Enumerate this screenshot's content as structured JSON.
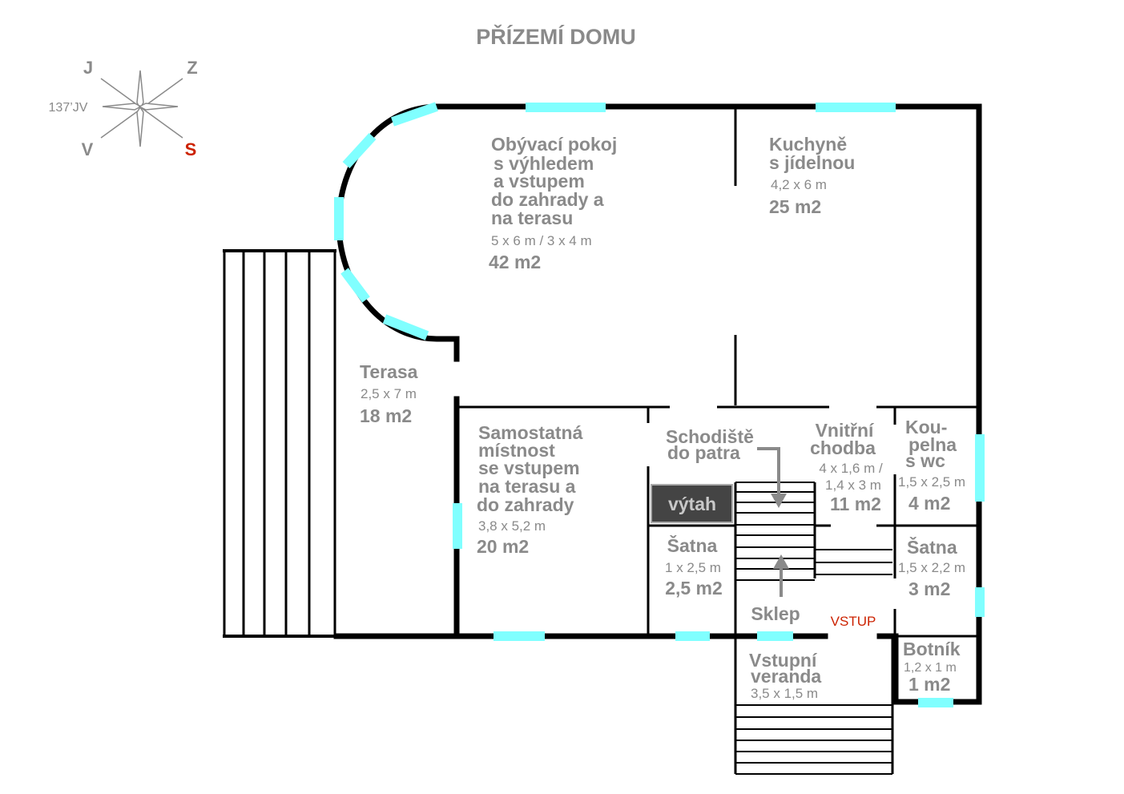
{
  "title": "PŘÍZEMÍ DOMU",
  "compass": {
    "north_label": "J",
    "east_label": "Z",
    "west_label": "V",
    "south_label": "S",
    "angle_label": "137’JV",
    "south_color": "#cc2200"
  },
  "colors": {
    "wall": "#000000",
    "window": "#80ffff",
    "text": "#8a8a8a",
    "entrance": "#cc2200",
    "elevator_bg": "#444444"
  },
  "rooms": {
    "living": {
      "line1": "Obývací pokoj",
      "line2": "s výhledem",
      "line3": "a vstupem",
      "line4": "do zahrady a",
      "line5": "na terasu",
      "dims": "5 x 6 m / 3 x 4 m",
      "area": "42 m2"
    },
    "kitchen": {
      "line1": "Kuchyně",
      "line2": "s jídelnou",
      "dims": "4,2 x 6 m",
      "area": "25 m2"
    },
    "terrace": {
      "line1": "Terasa",
      "dims": "2,5 x 7 m",
      "area": "18 m2"
    },
    "separate_room": {
      "line1": "Samostatná",
      "line2": "místnost",
      "line3": "se vstupem",
      "line4": "na terasu a",
      "line5": "do zahrady",
      "dims": "3,8 x 5,2 m",
      "area": "20 m2"
    },
    "stairs": {
      "line1": "Schodiště",
      "line2": "do patra"
    },
    "elevator": {
      "label": "výtah"
    },
    "wardrobe_small": {
      "line1": "Šatna",
      "dims": "1 x 2,5 m",
      "area": "2,5 m2"
    },
    "basement": {
      "line1": "Sklep"
    },
    "hallway": {
      "line1": "Vnitřní",
      "line2": "chodba",
      "dims1": "4 x 1,6 m /",
      "dims2": "1,4 x 3 m",
      "area": "11 m2"
    },
    "bathroom": {
      "line1": "Kou-",
      "line2": "pelna",
      "line3": "s wc",
      "dims": "1,5 x 2,5 m",
      "area": "4 m2"
    },
    "wardrobe": {
      "line1": "Šatna",
      "dims": "1,5 x 2,2 m",
      "area": "3 m2"
    },
    "entrance": {
      "label": "VSTUP"
    },
    "shoe_closet": {
      "line1": "Botník",
      "dims": "1,2 x 1 m",
      "area": "1 m2"
    },
    "porch": {
      "line1": "Vstupní",
      "line2": "veranda",
      "dims": "3,5 x 1,5 m"
    }
  }
}
